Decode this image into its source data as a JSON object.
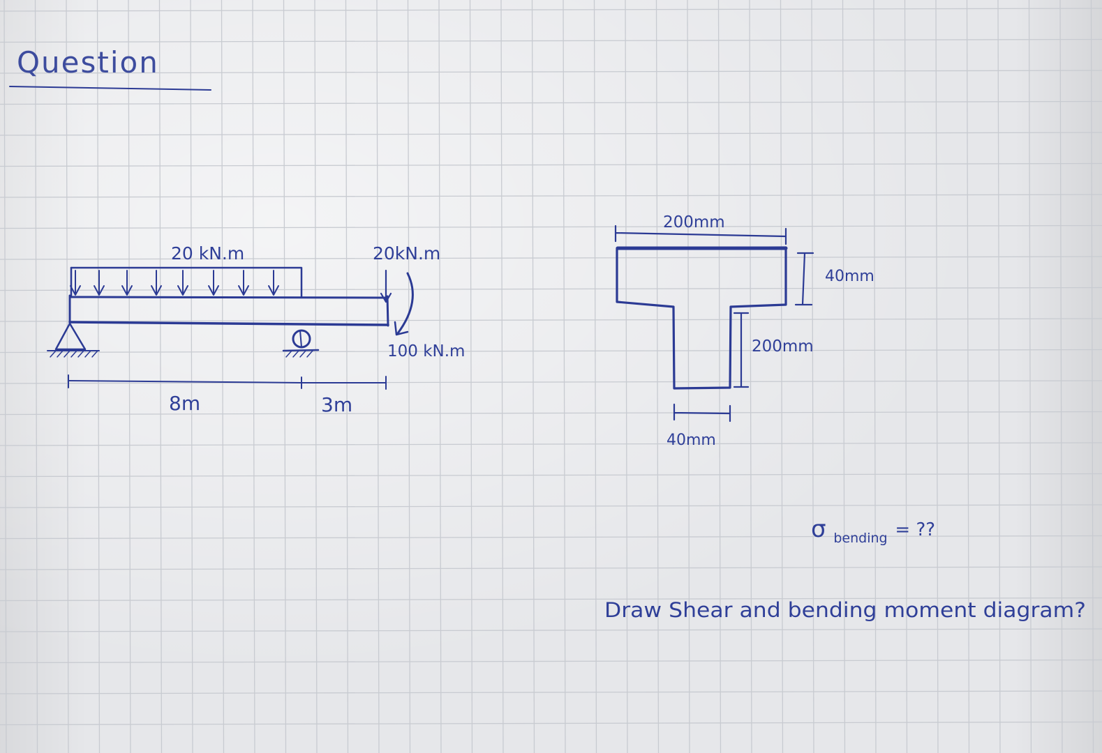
{
  "heading": "Question",
  "beam": {
    "distributed_load": "20 kN.m",
    "point_load": "20kN.m",
    "moment": "100 kN.m",
    "span_left": "8m",
    "span_right": "3m"
  },
  "section": {
    "flange_width": "200mm",
    "flange_thickness": "40mm",
    "web_height": "200mm",
    "web_width": "40mm"
  },
  "prompt": {
    "sigma_symbol": "σ",
    "sigma_subscript": "bending",
    "sigma_rest": "= ??",
    "instruction": "Draw Shear and bending moment diagram?"
  },
  "colors": {
    "ink": "#2b3a94",
    "paper": "#e6e7ea",
    "grid_line": "#c9ccd2"
  }
}
